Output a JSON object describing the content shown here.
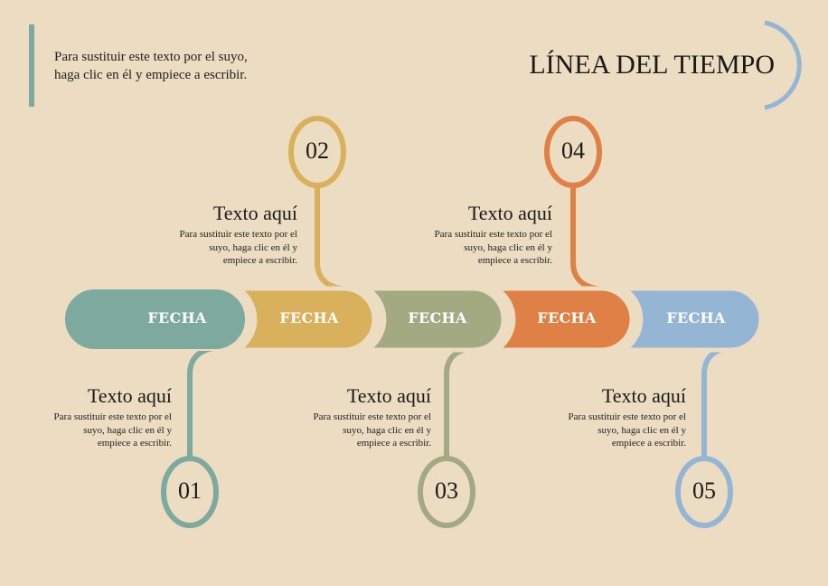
{
  "header": {
    "intro_text_line1": "Para sustituir este texto por el suyo,",
    "intro_text_line2": "haga clic en él y empiece a escribir.",
    "title": "LÍNEA DEL TIEMPO"
  },
  "colors": {
    "background": "#ebdcc2",
    "teal": "#7ea99e",
    "gold": "#d9b05c",
    "olive": "#a3aa82",
    "orange": "#df8046",
    "blue": "#95b5d5"
  },
  "timeline": {
    "segments": [
      {
        "label": "FECHA",
        "color": "#7ea99e"
      },
      {
        "label": "FECHA",
        "color": "#d9b05c"
      },
      {
        "label": "FECHA",
        "color": "#a3aa82"
      },
      {
        "label": "FECHA",
        "color": "#df8046"
      },
      {
        "label": "FECHA",
        "color": "#95b5d5"
      }
    ],
    "milestones": [
      {
        "number": "01",
        "position": "below",
        "heading": "Texto aquí",
        "body_line1": "Para sustituir este texto por el",
        "body_line2": "suyo, haga clic en él y",
        "body_line3": "empiece a escribir."
      },
      {
        "number": "02",
        "position": "above",
        "heading": "Texto aquí",
        "body_line1": "Para sustituir este texto por el",
        "body_line2": "suyo, haga clic en él y",
        "body_line3": "empiece a escribir."
      },
      {
        "number": "03",
        "position": "below",
        "heading": "Texto aquí",
        "body_line1": "Para sustituir este texto por el",
        "body_line2": "suyo, haga clic en él y",
        "body_line3": "empiece a escribir."
      },
      {
        "number": "04",
        "position": "above",
        "heading": "Texto aquí",
        "body_line1": "Para sustituir este texto por el",
        "body_line2": "suyo, haga clic en él y",
        "body_line3": "empiece a escribir."
      },
      {
        "number": "05",
        "position": "below",
        "heading": "Texto aquí",
        "body_line1": "Para sustituir este texto por el",
        "body_line2": "suyo, haga clic en él y",
        "body_line3": "empiece a escribir."
      }
    ]
  }
}
